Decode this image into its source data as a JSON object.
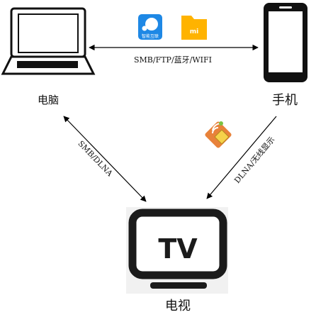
{
  "nodes": {
    "computer": {
      "label": "电脑",
      "label_color": "#6b1a1a"
    },
    "phone": {
      "label": "手机"
    },
    "tv": {
      "label": "电视",
      "screen_text": "TV"
    }
  },
  "connections": {
    "computer_phone": {
      "label": "SMB/FTP/蓝牙/WIFI",
      "icons": [
        "smart-interconnect-app-icon",
        "mi-file-manager-icon"
      ]
    },
    "computer_tv": {
      "label": "SMB/DLNA"
    },
    "phone_tv": {
      "label": "DLNA/无线显示",
      "icons": [
        "wireless-cast-app-icon"
      ]
    }
  },
  "app_icons": {
    "smart_interconnect": {
      "caption": "智能互联",
      "color": "#1e88e5"
    },
    "mi_file_manager": {
      "mark": "mi",
      "color": "#ffb300"
    }
  }
}
